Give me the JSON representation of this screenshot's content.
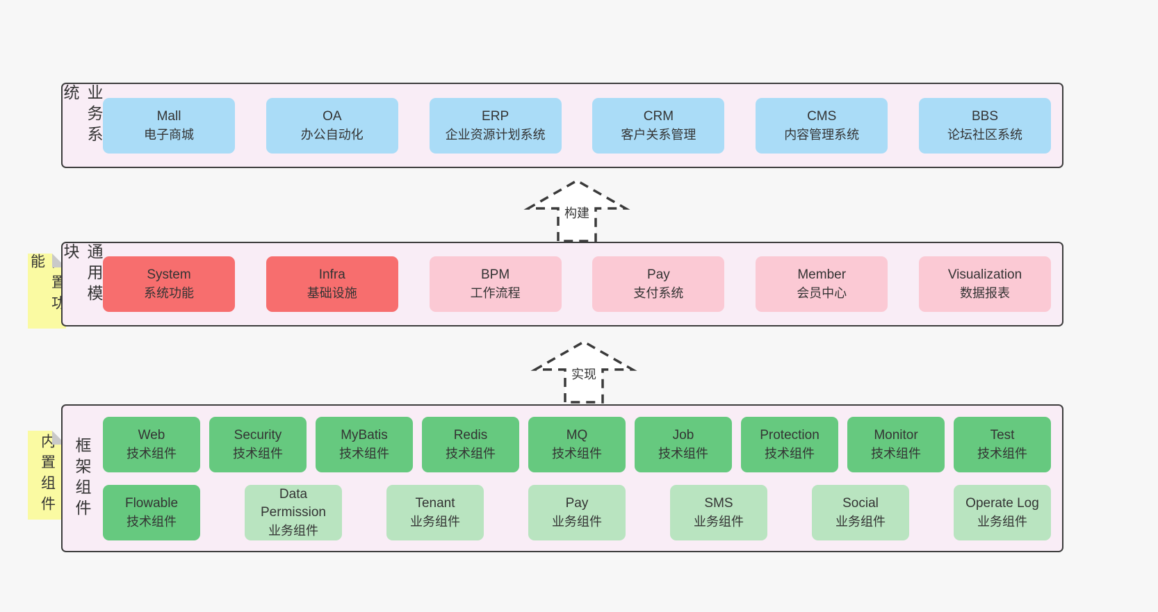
{
  "colors": {
    "pageBg": "#f7f7f7",
    "panelBg": "#f9edf6",
    "panelBorder": "#3c3c3c",
    "blue": "#aadcf7",
    "red": "#f76e6e",
    "pink": "#fbc9d4",
    "green": "#66c97f",
    "lightGreen": "#b9e4c0",
    "noteYellow": "#fafaa2",
    "foldGray": "#c9c9c9",
    "arrowStroke": "#3a3a3a",
    "text": "#333333"
  },
  "arrows": {
    "build": "构建",
    "implement": "实现"
  },
  "business": {
    "label": "业务系统",
    "boxes": [
      {
        "title": "Mall",
        "subtitle": "电子商城"
      },
      {
        "title": "OA",
        "subtitle": "办公自动化"
      },
      {
        "title": "ERP",
        "subtitle": "企业资源计划系统"
      },
      {
        "title": "CRM",
        "subtitle": "客户关系管理"
      },
      {
        "title": "CMS",
        "subtitle": "内容管理系统"
      },
      {
        "title": "BBS",
        "subtitle": "论坛社区系统"
      }
    ]
  },
  "modules": {
    "label": "通用模块",
    "note": "内置功能",
    "boxes": [
      {
        "title": "System",
        "subtitle": "系统功能"
      },
      {
        "title": "Infra",
        "subtitle": "基础设施"
      },
      {
        "title": "BPM",
        "subtitle": "工作流程"
      },
      {
        "title": "Pay",
        "subtitle": "支付系统"
      },
      {
        "title": "Member",
        "subtitle": "会员中心"
      },
      {
        "title": "Visualization",
        "subtitle": "数据报表"
      }
    ]
  },
  "framework": {
    "label": "框架组件",
    "note": "内置组件",
    "row1": [
      {
        "title": "Web",
        "subtitle": "技术组件"
      },
      {
        "title": "Security",
        "subtitle": "技术组件"
      },
      {
        "title": "MyBatis",
        "subtitle": "技术组件"
      },
      {
        "title": "Redis",
        "subtitle": "技术组件"
      },
      {
        "title": "MQ",
        "subtitle": "技术组件"
      },
      {
        "title": "Job",
        "subtitle": "技术组件"
      },
      {
        "title": "Protection",
        "subtitle": "技术组件"
      },
      {
        "title": "Monitor",
        "subtitle": "技术组件"
      }
    ],
    "row2": [
      {
        "title": "Test",
        "subtitle": "技术组件"
      },
      {
        "title": "Flowable",
        "subtitle": "技术组件"
      },
      {
        "title": "Data Permission",
        "subtitle": "业务组件"
      },
      {
        "title": "Tenant",
        "subtitle": "业务组件"
      },
      {
        "title": "Pay",
        "subtitle": "业务组件"
      },
      {
        "title": "SMS",
        "subtitle": "业务组件"
      },
      {
        "title": "Social",
        "subtitle": "业务组件"
      },
      {
        "title": "Operate Log",
        "subtitle": "业务组件"
      }
    ]
  }
}
